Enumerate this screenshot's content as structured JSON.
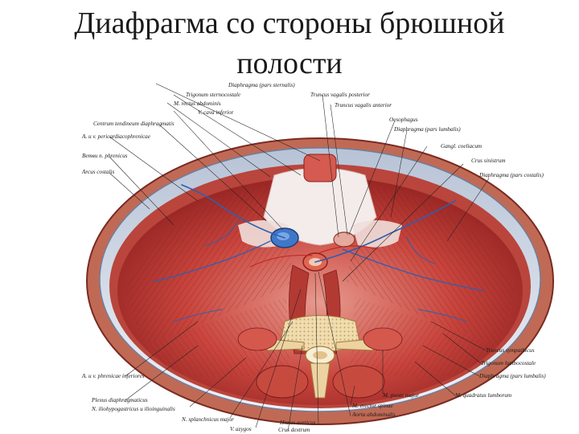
{
  "title": {
    "line1": "Диафрагма со стороны брюшной",
    "line2": "полости"
  },
  "figure": {
    "labels": {
      "top": [
        "Diaphragma (pars sternalis)",
        "Trigonum sternocostale",
        "M. rectus abdominis",
        "V. cava inferior",
        "Centrum tendineum diaphragmatis",
        "A. и v. pericardiacophrenicae",
        "Ветви n. phrenicus",
        "Arcus costalis",
        "Truncus vagalis posterior",
        "Truncus vagalis anterior",
        "Oesophagus",
        "Diaphragma (pars lumbalis)",
        "Gangl. coeliacum",
        "Crus sinistrum",
        "Diaphragma (pars costalis)"
      ],
      "bottom": [
        "A. и v. phrenicae inferiores",
        "Plexus diaphragmaticus",
        "N. iliohypogastricus и ilioinguinalis",
        "N. splanchnicus major",
        "V. azygos",
        "Crus dextrum",
        "Hiatus aorticus",
        "Aorta abdominalis",
        "M. erector spinae",
        "M. psoas major",
        "M. quadratus lumborum",
        "Diaphragma (pars lumbalis)",
        "Trigonum lumbocostale",
        "Truncus sympathicus"
      ]
    }
  }
}
